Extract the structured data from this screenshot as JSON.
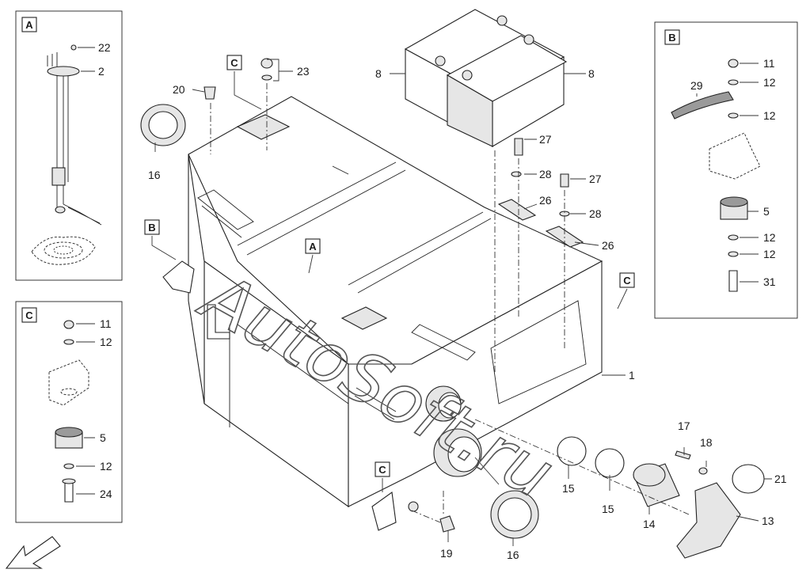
{
  "watermark": "AutoSoft.ru",
  "detail_boxes": [
    {
      "letter": "A",
      "callouts": [
        "22",
        "2"
      ]
    },
    {
      "letter": "B",
      "callouts": [
        "11",
        "12",
        "29",
        "12",
        "5",
        "12",
        "12",
        "31"
      ]
    },
    {
      "letter": "C",
      "callouts": [
        "11",
        "12",
        "5",
        "12",
        "24"
      ]
    }
  ],
  "view_markers": [
    "C",
    "B",
    "A",
    "C",
    "C"
  ],
  "callouts": [
    "22",
    "2",
    "20",
    "23",
    "16",
    "8",
    "8",
    "27",
    "28",
    "27",
    "26",
    "28",
    "26",
    "1",
    "11",
    "12",
    "29",
    "12",
    "5",
    "12",
    "12",
    "31",
    "11",
    "12",
    "5",
    "12",
    "24",
    "17",
    "18",
    "21",
    "15",
    "15",
    "14",
    "13",
    "19",
    "16"
  ],
  "icons": {
    "orientation": "arrow-down-left-icon"
  }
}
